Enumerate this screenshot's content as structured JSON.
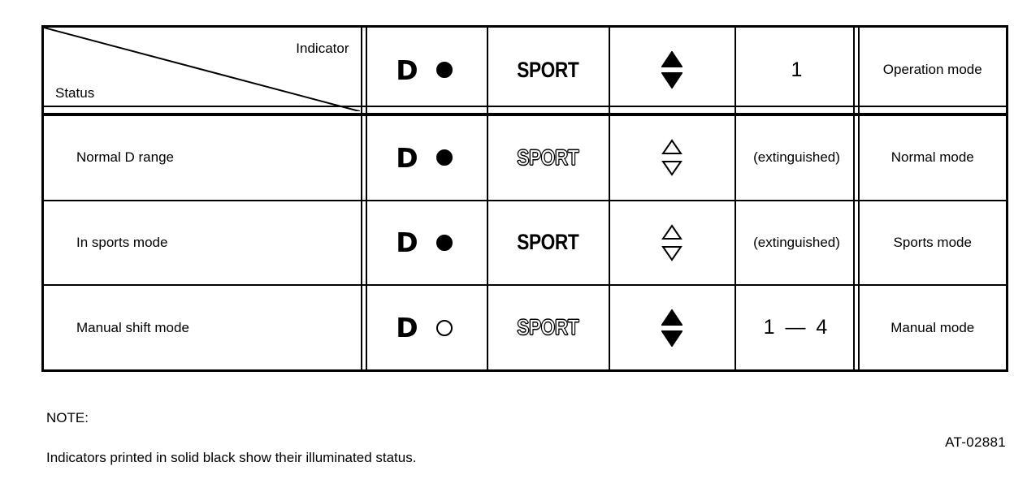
{
  "figure": {
    "code": "AT-02881",
    "note_title": "NOTE:",
    "note_body": "Indicators printed in solid black show their illuminated status.",
    "ink_color": "#000000",
    "paper_color": "#ffffff"
  },
  "table": {
    "corner": {
      "column_axis_label": "Indicator",
      "row_axis_label": "Status",
      "diagonal_icon": "diagonal-divider-line"
    },
    "columns": [
      {
        "key": "status",
        "header": "Status"
      },
      {
        "key": "d_range",
        "header": "D ●"
      },
      {
        "key": "sport",
        "header": "SPORT"
      },
      {
        "key": "shift",
        "header": "▲ ▼"
      },
      {
        "key": "gear",
        "header": "1"
      },
      {
        "key": "mode",
        "header": "Operation mode"
      }
    ],
    "header": {
      "d_letter": "D",
      "d_dot_state": "illuminated",
      "sport_label": "SPORT",
      "sport_state": "illuminated",
      "tri_up_state": "illuminated",
      "tri_down_state": "illuminated",
      "gear_value": "1",
      "mode_label": "Operation mode"
    },
    "rows": [
      {
        "status": "Normal D range",
        "d_letter": "D",
        "d_dot_state": "illuminated",
        "sport_label": "SPORT",
        "sport_state": "extinguished",
        "tri_up_state": "extinguished",
        "tri_down_state": "extinguished",
        "gear_value": "(extinguished)",
        "mode_label": "Normal mode"
      },
      {
        "status": "In sports mode",
        "d_letter": "D",
        "d_dot_state": "illuminated",
        "sport_label": "SPORT",
        "sport_state": "illuminated",
        "tri_up_state": "extinguished",
        "tri_down_state": "extinguished",
        "gear_value": "(extinguished)",
        "mode_label": "Sports mode"
      },
      {
        "status": "Manual shift mode",
        "d_letter": "D",
        "d_dot_state": "extinguished",
        "sport_label": "SPORT",
        "sport_state": "extinguished",
        "tri_up_state": "illuminated",
        "tri_down_state": "illuminated",
        "gear_value": "1 — 4",
        "mode_label": "Manual mode"
      }
    ]
  }
}
